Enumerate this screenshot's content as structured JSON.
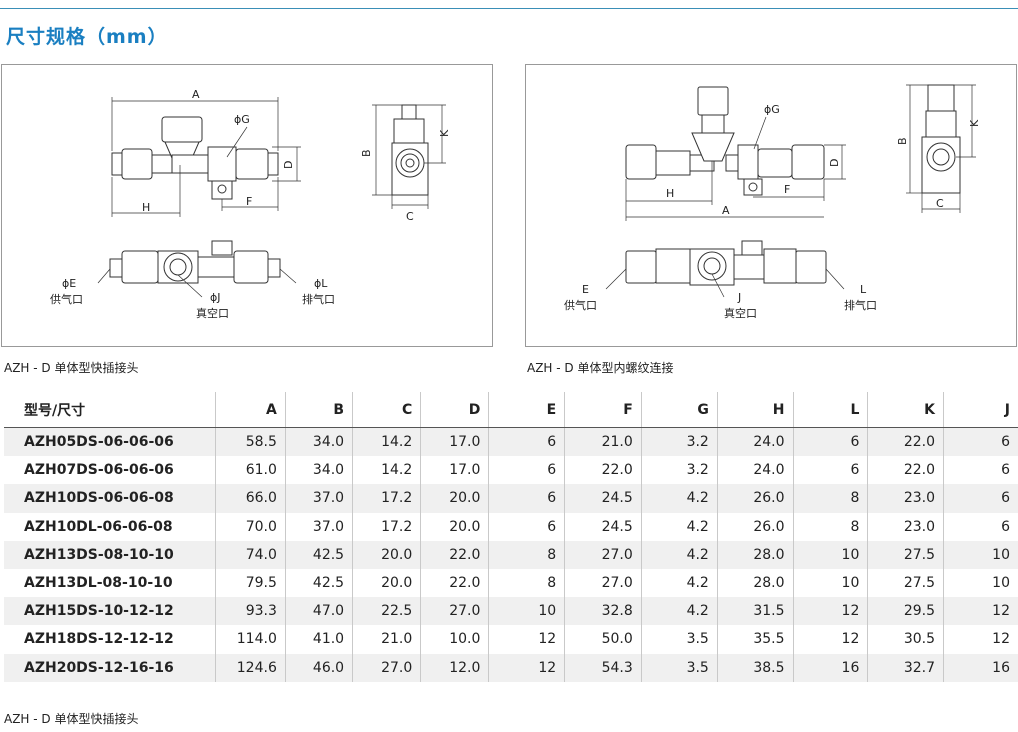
{
  "title": "尺寸规格（mm）",
  "captions": {
    "left": "AZH - D 单体型快插接头",
    "right": "AZH - D 单体型内螺纹连接",
    "bottom": "AZH - D 单体型快插接头"
  },
  "diagram_left": {
    "A": "A",
    "G": "ϕG",
    "H": "H",
    "F": "F",
    "D": "D",
    "B": "B",
    "K": "K",
    "C": "C",
    "E": "ϕE",
    "J": "ϕJ",
    "L": "ϕL",
    "supply": "供气口",
    "vacuum": "真空口",
    "exhaust": "排气口"
  },
  "diagram_right": {
    "A": "A",
    "G": "ϕG",
    "H": "H",
    "F": "F",
    "D": "D",
    "B": "B",
    "K": "K",
    "C": "C",
    "E": "E",
    "J": "J",
    "L": "L",
    "supply": "供气口",
    "vacuum": "真空口",
    "exhaust": "排气口"
  },
  "table": {
    "headers": [
      "型号/尺寸",
      "A",
      "B",
      "C",
      "D",
      "E",
      "F",
      "G",
      "H",
      "L",
      "K",
      "J"
    ],
    "rows": [
      [
        "AZH05DS-06-06-06",
        "58.5",
        "34.0",
        "14.2",
        "17.0",
        "6",
        "21.0",
        "3.2",
        "24.0",
        "6",
        "22.0",
        "6"
      ],
      [
        "AZH07DS-06-06-06",
        "61.0",
        "34.0",
        "14.2",
        "17.0",
        "6",
        "22.0",
        "3.2",
        "24.0",
        "6",
        "22.0",
        "6"
      ],
      [
        "AZH10DS-06-06-08",
        "66.0",
        "37.0",
        "17.2",
        "20.0",
        "6",
        "24.5",
        "4.2",
        "26.0",
        "8",
        "23.0",
        "6"
      ],
      [
        "AZH10DL-06-06-08",
        "70.0",
        "37.0",
        "17.2",
        "20.0",
        "6",
        "24.5",
        "4.2",
        "26.0",
        "8",
        "23.0",
        "6"
      ],
      [
        "AZH13DS-08-10-10",
        "74.0",
        "42.5",
        "20.0",
        "22.0",
        "8",
        "27.0",
        "4.2",
        "28.0",
        "10",
        "27.5",
        "10"
      ],
      [
        "AZH13DL-08-10-10",
        "79.5",
        "42.5",
        "20.0",
        "22.0",
        "8",
        "27.0",
        "4.2",
        "28.0",
        "10",
        "27.5",
        "10"
      ],
      [
        "AZH15DS-10-12-12",
        "93.3",
        "47.0",
        "22.5",
        "27.0",
        "10",
        "32.8",
        "4.2",
        "31.5",
        "12",
        "29.5",
        "12"
      ],
      [
        "AZH18DS-12-12-12",
        "114.0",
        "41.0",
        "21.0",
        "10.0",
        "12",
        "50.0",
        "3.5",
        "35.5",
        "12",
        "30.5",
        "12"
      ],
      [
        "AZH20DS-12-16-16",
        "124.6",
        "46.0",
        "27.0",
        "12.0",
        "12",
        "54.3",
        "3.5",
        "38.5",
        "16",
        "32.7",
        "16"
      ]
    ]
  }
}
